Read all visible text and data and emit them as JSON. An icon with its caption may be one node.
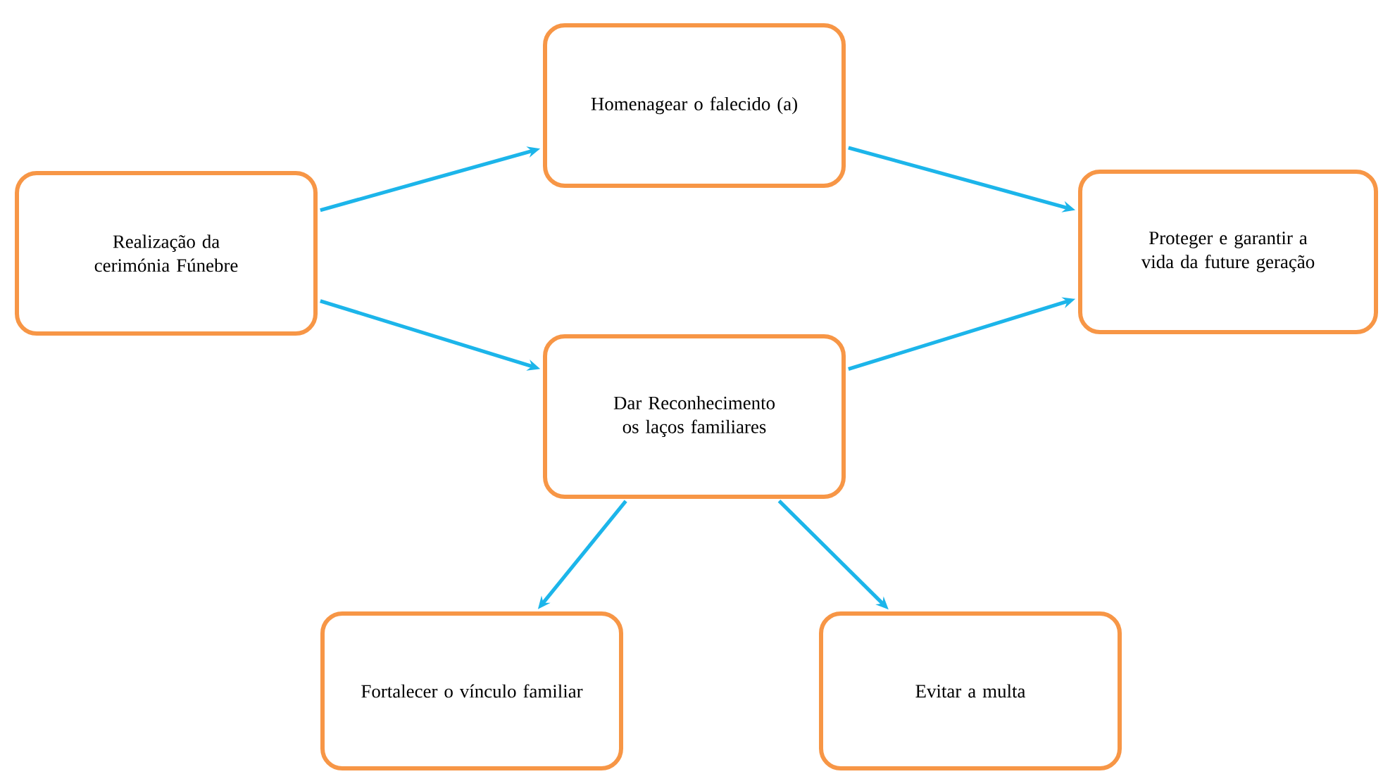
{
  "diagram": {
    "nodes": [
      {
        "text": [
          "Realização da cerimónia Fúnebre"
        ]
      },
      {
        "text": [
          "Homenagear o falecido (a)"
        ]
      },
      {
        "text": [
          "Proteger e garantir a vida da future geração"
        ]
      },
      {
        "text": [
          "Dar Reconhecimento os laços familiares"
        ]
      },
      {
        "text": [
          "Fortalecer o vínculo familiar"
        ]
      },
      {
        "text": [
          "Evitar a multa"
        ]
      }
    ],
    "edges": [
      {
        "from": 0,
        "to": 1,
        "arrow": "to"
      },
      {
        "from": 0,
        "to": 3,
        "arrow": "to"
      },
      {
        "from": 1,
        "to": 2,
        "arrow": "to"
      },
      {
        "from": 3,
        "to": 2,
        "arrow": "to"
      },
      {
        "from": 3,
        "to": 4,
        "arrow": "to"
      },
      {
        "from": 3,
        "to": 5,
        "arrow": "to"
      }
    ]
  }
}
